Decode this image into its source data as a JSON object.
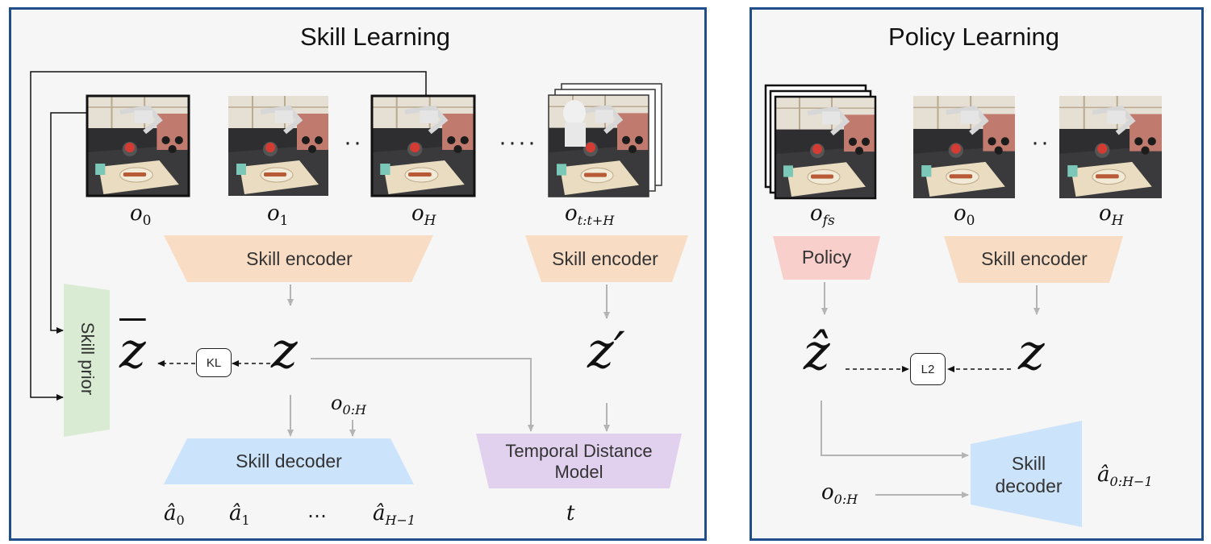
{
  "skill_learning": {
    "title": "Skill Learning",
    "obs_labels": [
      "o",
      "o",
      "o",
      "o"
    ],
    "obs_subs": [
      "0",
      "1",
      "H",
      "t:t+H"
    ],
    "ellipsis_1": "··",
    "ellipsis_2": "····",
    "encoder_left": "Skill encoder",
    "encoder_right": "Skill encoder",
    "prior": "Skill prior",
    "zbar": "z",
    "kl": "KL",
    "z": "z",
    "zprime": "z′",
    "obs_range": "o",
    "obs_range_sub": "0:H",
    "decoder": "Skill decoder",
    "temporal_model": "Temporal Distance Model",
    "actions": [
      "â",
      "â",
      "⋯",
      "â"
    ],
    "action_subs": [
      "0",
      "1",
      "",
      "H−1"
    ],
    "t_label": "t"
  },
  "policy_learning": {
    "title": "Policy Learning",
    "obs_labels": [
      "o",
      "o",
      "o"
    ],
    "obs_subs": [
      "fs",
      "0",
      "H"
    ],
    "ellipsis": "··",
    "policy": "Policy",
    "encoder": "Skill encoder",
    "zhat": "ẑ",
    "l2": "L2",
    "z": "z",
    "decoder_line1": "Skill",
    "decoder_line2": "decoder",
    "obs_range": "o",
    "obs_range_sub": "0:H",
    "action_out": "â",
    "action_out_sub": "0:H−1"
  },
  "colors": {
    "panel_border": "#1f4e8a",
    "encoder": "#f9dcc4",
    "decoder": "#cbe3fb",
    "prior": "#d9ebd3",
    "temporal": "#e1d1ee",
    "policy": "#f8cfcb"
  }
}
